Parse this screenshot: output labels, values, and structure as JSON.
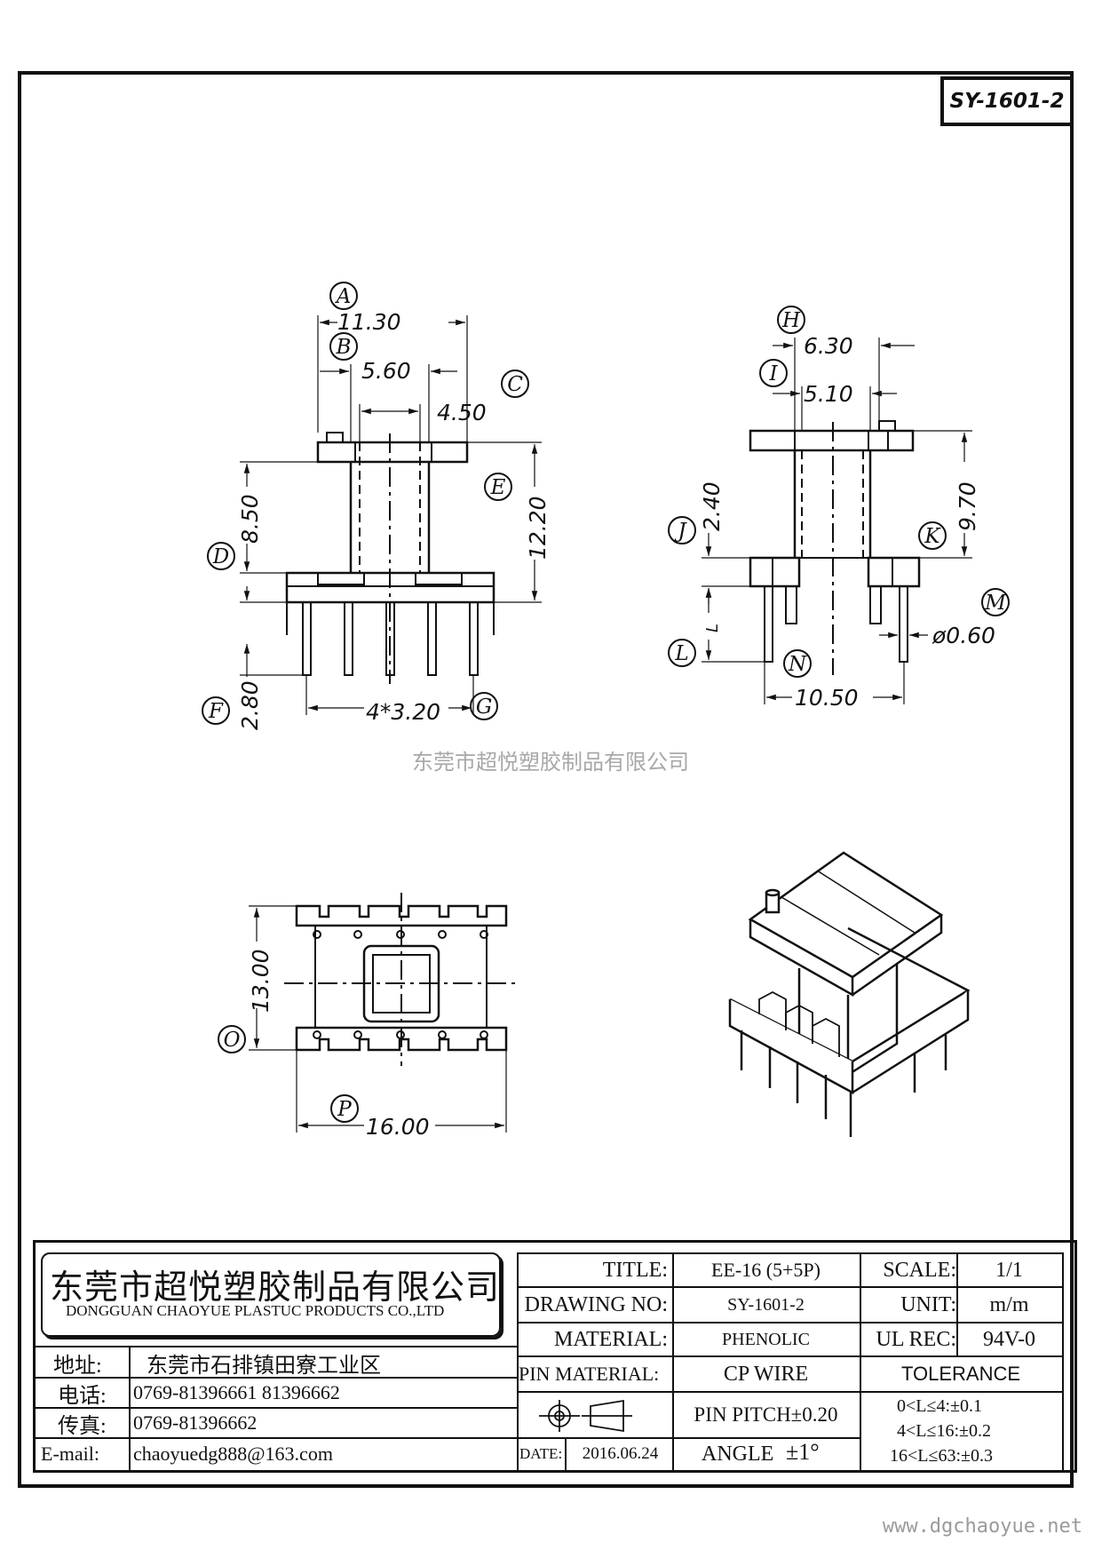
{
  "drawing_number": "SY-1601-2",
  "watermark": "东莞市超悦塑胶制品有限公司",
  "site_url": "www.dgchaoyue.net",
  "views": {
    "front": {
      "dimensions": {
        "A": "11.30",
        "B": "5.60",
        "C": "4.50",
        "D": "8.50",
        "E": "12.20",
        "F": "2.80",
        "G": "4*3.20"
      },
      "balloons": [
        "A",
        "B",
        "C",
        "D",
        "E",
        "F",
        "G"
      ]
    },
    "side": {
      "dimensions": {
        "H": "6.30",
        "I": "5.10",
        "J": "2.40",
        "K": "9.70",
        "L": "L",
        "M": "ø0.60",
        "N": "10.50"
      },
      "balloons": [
        "H",
        "I",
        "J",
        "K",
        "L",
        "M",
        "N"
      ]
    },
    "bottom": {
      "dimensions": {
        "O": "13.00",
        "P": "16.00"
      },
      "balloons": [
        "O",
        "P"
      ]
    },
    "isometric": {
      "icon": "bobbin-3d-view"
    }
  },
  "title_block": {
    "company_cn": "东莞市超悦塑胶制品有限公司",
    "company_en": "DONGGUAN CHAOYUE PLASTUC PRODUCTS CO.,LTD",
    "address_label": "地址:",
    "address_value": "东莞市石排镇田寮工业区",
    "phone_label": "电话:",
    "phone_value": "0769-81396661   81396662",
    "fax_label": "传真:",
    "fax_value": "0769-81396662",
    "email_label": "E-mail:",
    "email_value": "chaoyuedg888@163.com",
    "title_label": "TITLE:",
    "title_value": "EE-16 (5+5P)",
    "drawing_no_label": "DRAWING NO:",
    "drawing_no_value": "SY-1601-2",
    "material_label": "MATERIAL:",
    "material_value": "PHENOLIC",
    "pin_material_label": "PIN MATERIAL:",
    "pin_material_value": "CP WIRE",
    "projection_icon": "first-angle-projection-icon",
    "pin_pitch": "PIN PITCH±0.20",
    "date_label": "DATE:",
    "date_value": "2016.06.24",
    "angle_label": "ANGLE",
    "angle_value": "±1°",
    "scale_label": "SCALE:",
    "scale_value": "1/1",
    "unit_label": "UNIT:",
    "unit_value": "m/m",
    "ul_rec_label": "UL REC:",
    "ul_rec_value": "94V-0",
    "tolerance_label": "TOLERANCE",
    "tolerance_lines": [
      "0<L≤4:±0.1",
      "4<L≤16:±0.2",
      "16<L≤63:±0.3"
    ]
  }
}
